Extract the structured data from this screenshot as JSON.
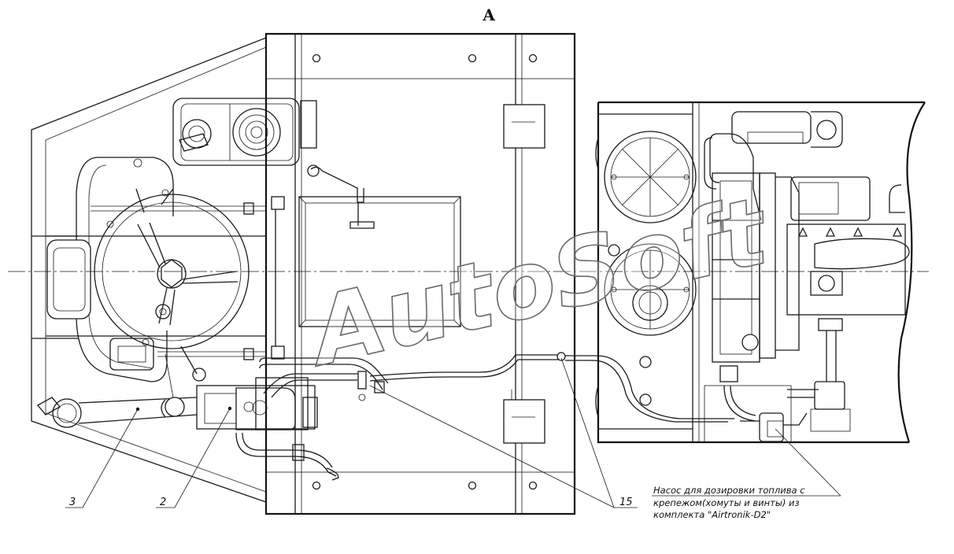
{
  "view_title": "А",
  "watermark": "AutoSoft",
  "callouts": [
    {
      "label": "3"
    },
    {
      "label": "2"
    },
    {
      "label": "15"
    }
  ],
  "pump_note": {
    "line1": "Насос для дозировки топлива с",
    "line2": "крепежом(хомуты и винты) из",
    "line3": "комплекта \"Airtronik-D2\""
  }
}
